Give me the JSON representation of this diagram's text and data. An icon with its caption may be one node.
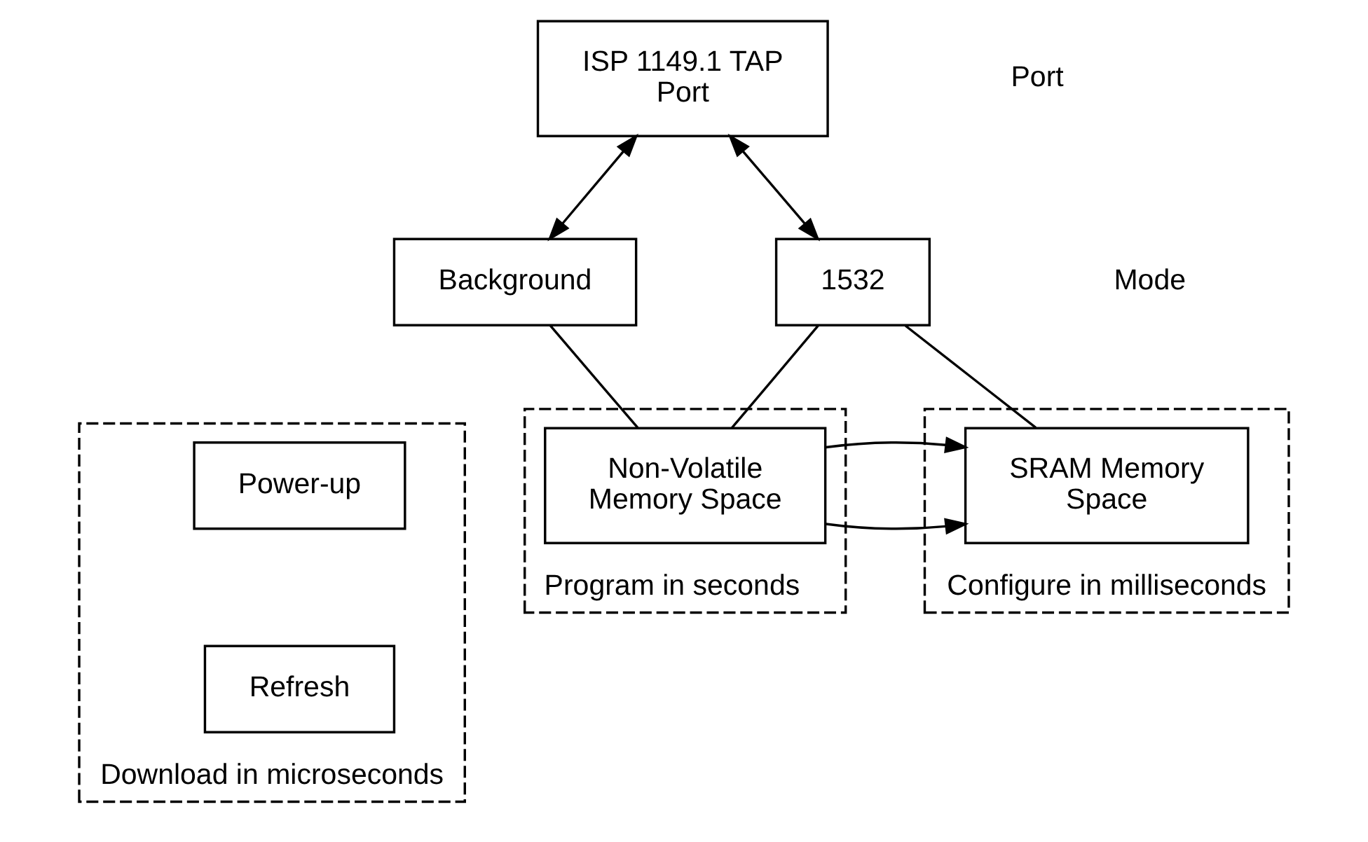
{
  "diagram": {
    "nodes": [
      {
        "text": [
          "ISP 1149.1 TAP Port"
        ]
      },
      {
        "text": [
          "Background"
        ]
      },
      {
        "text": [
          "1532"
        ]
      },
      {
        "text": [
          "Program in seconds"
        ]
      },
      {
        "text": [
          "Non-Volatile Memory Space"
        ],
        "in": 3
      },
      {
        "text": [
          "Download in microseconds"
        ]
      },
      {
        "text": [
          "Power-up"
        ],
        "in": 5
      },
      {
        "text": [
          "Refresh"
        ],
        "in": 5
      },
      {
        "text": [
          "Configure in milliseconds"
        ]
      },
      {
        "text": [
          "SRAM Memory Space"
        ],
        "in": 8
      }
    ],
    "edges": [
      {
        "from": 0,
        "to": 1,
        "arrow": "both"
      },
      {
        "from": 0,
        "to": 2,
        "arrow": "both"
      },
      {
        "from": 1,
        "to": 4,
        "arrow": "none"
      },
      {
        "from": 2,
        "to": 4,
        "arrow": "none"
      },
      {
        "from": 2,
        "to": 9,
        "arrow": "none"
      },
      {
        "from": 4,
        "to": 9,
        "arrow": "to"
      },
      {
        "from": 4,
        "to": 9,
        "arrow": "to"
      }
    ],
    "labels": [
      "Port",
      "Mode"
    ]
  }
}
